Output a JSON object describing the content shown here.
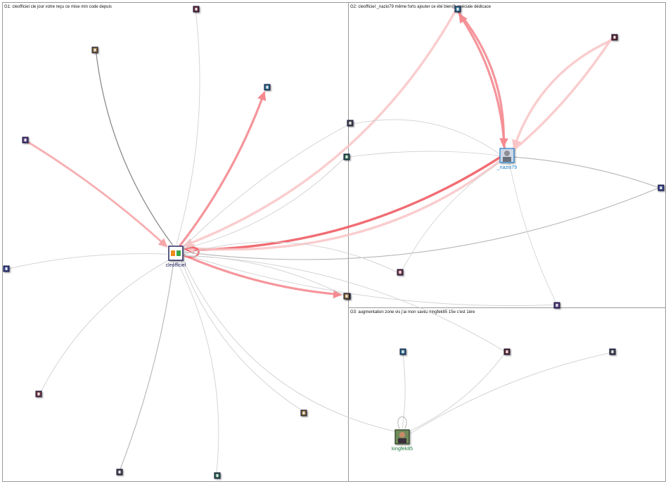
{
  "groups": [
    {
      "id": "g1",
      "title": "G1: cleofficiel cle jour votre reçu ce mise min code depuis"
    },
    {
      "id": "g2",
      "title": "G2: cleofficiel _nazio79 même forts ajouter ce été bien@ spéciale dédicace"
    },
    {
      "id": "g3",
      "title": "G3: augmentation zone vis j'ai mon savez kingfek85 15e c'est 1ère"
    }
  ],
  "nodes": [
    {
      "id": "cleofficiel",
      "label": "cleofficiel",
      "kind": "cle-logo",
      "group": "g1"
    },
    {
      "id": "_nazio79",
      "label": "_nazio79",
      "kind": "avatar-person",
      "group": "g2"
    },
    {
      "id": "kingfek85",
      "label": "kingfek85",
      "kind": "avatar-group",
      "group": "g3"
    },
    {
      "id": "g1a",
      "label": "",
      "kind": "avatar",
      "group": "g1"
    },
    {
      "id": "g1b",
      "label": "",
      "kind": "avatar",
      "group": "g1"
    },
    {
      "id": "g1c",
      "label": "",
      "kind": "avatar",
      "group": "g1"
    },
    {
      "id": "g1d",
      "label": "",
      "kind": "avatar",
      "group": "g1"
    },
    {
      "id": "g1e",
      "label": "",
      "kind": "avatar",
      "group": "g1"
    },
    {
      "id": "g1f",
      "label": "",
      "kind": "avatar",
      "group": "g1"
    },
    {
      "id": "g1g",
      "label": "",
      "kind": "avatar",
      "group": "g1"
    },
    {
      "id": "g1h",
      "label": "",
      "kind": "avatar",
      "group": "g1"
    },
    {
      "id": "g1i",
      "label": "",
      "kind": "avatar",
      "group": "g1"
    },
    {
      "id": "g1j",
      "label": "",
      "kind": "avatar",
      "group": "g1"
    },
    {
      "id": "g2a",
      "label": "",
      "kind": "avatar",
      "group": "g2"
    },
    {
      "id": "g2b",
      "label": "",
      "kind": "avatar",
      "group": "g2"
    },
    {
      "id": "g2c",
      "label": "",
      "kind": "avatar",
      "group": "g2"
    },
    {
      "id": "g2d",
      "label": "",
      "kind": "avatar",
      "group": "g2"
    },
    {
      "id": "g2e",
      "label": "",
      "kind": "avatar",
      "group": "g2"
    },
    {
      "id": "g2f",
      "label": "",
      "kind": "avatar",
      "group": "g2"
    },
    {
      "id": "g2g",
      "label": "",
      "kind": "avatar",
      "group": "g2"
    },
    {
      "id": "g2h",
      "label": "",
      "kind": "avatar",
      "group": "g2"
    },
    {
      "id": "g3a",
      "label": "",
      "kind": "avatar",
      "group": "g3"
    },
    {
      "id": "g3b",
      "label": "",
      "kind": "avatar",
      "group": "g3"
    },
    {
      "id": "g3c",
      "label": "",
      "kind": "avatar",
      "group": "g3"
    }
  ],
  "edges": [
    {
      "from": "g1b",
      "to": "cleofficiel",
      "style": "red-light",
      "arrow": true
    },
    {
      "from": "cleofficiel",
      "to": "g1c",
      "style": "red-mid",
      "arrow": true
    },
    {
      "from": "_nazio79",
      "to": "cleofficiel",
      "style": "red-strong",
      "arrow": true
    },
    {
      "from": "cleofficiel",
      "to": "g2g",
      "style": "red-mid",
      "arrow": true
    },
    {
      "from": "g2a",
      "to": "cleofficiel",
      "style": "red-faint",
      "arrow": true
    },
    {
      "from": "g2b",
      "to": "cleofficiel",
      "style": "red-faint",
      "arrow": true
    },
    {
      "from": "cleofficiel",
      "to": "cleofficiel",
      "style": "red-loop",
      "arrow": false
    },
    {
      "from": "g2a",
      "to": "_nazio79",
      "style": "red-mid",
      "arrow": true
    },
    {
      "from": "_nazio79",
      "to": "g2a",
      "style": "red-mid",
      "arrow": true
    },
    {
      "from": "g2b",
      "to": "_nazio79",
      "style": "red-faint",
      "arrow": true
    },
    {
      "from": "g1a",
      "to": "cleofficiel",
      "style": "gray-dark",
      "arrow": false
    },
    {
      "from": "g1f",
      "to": "cleofficiel",
      "style": "gray-light",
      "arrow": false
    },
    {
      "from": "g1j",
      "to": "cleofficiel",
      "style": "gray-light",
      "arrow": false
    },
    {
      "from": "g1d",
      "to": "cleofficiel",
      "style": "gray-light",
      "arrow": false
    },
    {
      "from": "g1e",
      "to": "cleofficiel",
      "style": "gray-mid",
      "arrow": false
    },
    {
      "from": "g1i",
      "to": "cleofficiel",
      "style": "gray-light",
      "arrow": false
    },
    {
      "from": "g1g",
      "to": "cleofficiel",
      "style": "gray-light",
      "arrow": false
    },
    {
      "from": "g1h",
      "to": "cleofficiel",
      "style": "gray-light",
      "arrow": false
    },
    {
      "from": "g2c",
      "to": "cleofficiel",
      "style": "gray-light",
      "arrow": false
    },
    {
      "from": "g2d",
      "to": "cleofficiel",
      "style": "gray-mid",
      "arrow": false
    },
    {
      "from": "g2e",
      "to": "cleofficiel",
      "style": "gray-light",
      "arrow": false
    },
    {
      "from": "g2f",
      "to": "cleofficiel",
      "style": "gray-light",
      "arrow": false
    },
    {
      "from": "g2h",
      "to": "cleofficiel",
      "style": "gray-light",
      "arrow": false
    },
    {
      "from": "kingfek85",
      "to": "cleofficiel",
      "style": "gray-light",
      "arrow": false
    },
    {
      "from": "g3b",
      "to": "cleofficiel",
      "style": "gray-light",
      "arrow": false
    },
    {
      "from": "g2f",
      "to": "_nazio79",
      "style": "gray-faint",
      "arrow": false
    },
    {
      "from": "_nazio79",
      "to": "g2d",
      "style": "gray-mid",
      "arrow": false
    },
    {
      "from": "_nazio79",
      "to": "g2c",
      "style": "gray-faint",
      "arrow": false
    },
    {
      "from": "_nazio79",
      "to": "g2e",
      "style": "gray-faint",
      "arrow": false
    },
    {
      "from": "_nazio79",
      "to": "g2h",
      "style": "gray-faint",
      "arrow": false
    },
    {
      "from": "kingfek85",
      "to": "g3a",
      "style": "gray-light",
      "arrow": false
    },
    {
      "from": "kingfek85",
      "to": "g3b",
      "style": "gray-light",
      "arrow": false
    },
    {
      "from": "kingfek85",
      "to": "g3c",
      "style": "gray-light",
      "arrow": false
    },
    {
      "from": "kingfek85",
      "to": "kingfek85",
      "style": "gray-loop",
      "arrow": false
    }
  ],
  "colors": {
    "panel_border": "#9a9a9a",
    "red_strong": "#f0646c",
    "red_mid": "#f48a90",
    "red_light": "#f6a6aa",
    "red_faint": "#f9c4c6",
    "gray_dark": "#8c8c8c",
    "gray_mid": "#b5b5b5",
    "gray_light": "#d0d0d0",
    "label_g1": "#1a1a55",
    "label_g2": "#1f7fc8",
    "label_g3": "#1f7a3c"
  }
}
